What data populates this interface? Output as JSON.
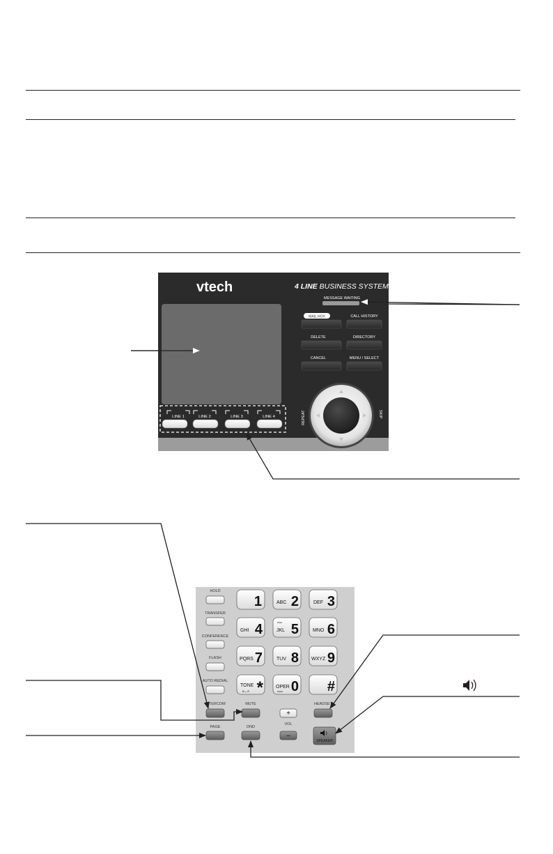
{
  "phone_top": {
    "brand": "vtech",
    "system_label_bold": "4 LINE",
    "system_label_rest": " BUSINESS SYSTEM",
    "message_waiting": "MESSAGE WAITING",
    "soft_keys": {
      "mailbox": "MAIL HOX",
      "call_history": "CALL HISTORY",
      "delete": "DELETE",
      "directory": "DIRECTORY",
      "cancel": "CANCEL",
      "menu_select": "MENU / SELECT"
    },
    "repeat": "REPEAT",
    "skip": "SKIP",
    "lines": [
      "LINE 1",
      "LINE 2",
      "LINE 3",
      "LINE 4"
    ]
  },
  "phone_bottom": {
    "left_keys": [
      "HOLD",
      "TRANSFER",
      "CONFERENCE",
      "FLASH",
      "AUTO REDIAL",
      "INTERCOM",
      "PAGE"
    ],
    "dial_keys": [
      {
        "letters": "",
        "digit": "1"
      },
      {
        "letters": "ABC",
        "digit": "2"
      },
      {
        "letters": "DEF",
        "digit": "3"
      },
      {
        "letters": "GHI",
        "digit": "4"
      },
      {
        "letters": "JKL",
        "digit": "5"
      },
      {
        "letters": "MNO",
        "digit": "6"
      },
      {
        "letters": "PQRS",
        "digit": "7"
      },
      {
        "letters": "TUV",
        "digit": "8"
      },
      {
        "letters": "WXYZ",
        "digit": "9"
      },
      {
        "letters": "TONE",
        "digit": "*",
        "sub": "a↔A"
      },
      {
        "letters": "OPER",
        "digit": "0"
      },
      {
        "letters": "",
        "digit": "#"
      }
    ],
    "mute": "MUTE",
    "dnd": "DND",
    "vol": "VOL",
    "vol_plus": "+",
    "vol_minus": "–",
    "headset": "HEADSET",
    "speaker": "SPEAKER"
  },
  "icons": {
    "speaker_callout": "speaker-icon"
  }
}
